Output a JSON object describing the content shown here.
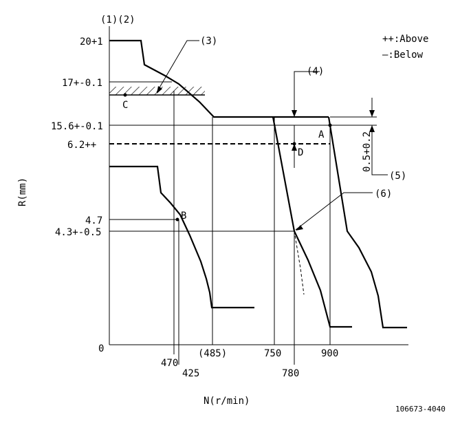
{
  "diagram": {
    "header_label": "(1)(2)",
    "y_axis_label": "R(mm)",
    "x_axis_label": "N(r/min)",
    "drawing_number": "106673-4040",
    "legend": {
      "above": "++:Above",
      "below": "—:Below"
    },
    "y_ticks": {
      "t20": "20+1",
      "t17": "17+-0.1",
      "t15_6": "15.6+-0.1",
      "t6_2": "6.2++",
      "t4_7": "4.7",
      "t4_3": "4.3+-0.5",
      "t0": "0"
    },
    "x_ticks": {
      "t470": "470",
      "t425": "425",
      "t485": "(485)",
      "t750": "750",
      "t780": "780",
      "t900": "900"
    },
    "points": {
      "A": "A",
      "B": "B",
      "C": "C",
      "D": "D"
    },
    "callouts": {
      "c3": "(3)",
      "c4": "(4)",
      "c5": "(5)",
      "c6": "(6)",
      "tolerance": "0.5+0.2"
    }
  }
}
